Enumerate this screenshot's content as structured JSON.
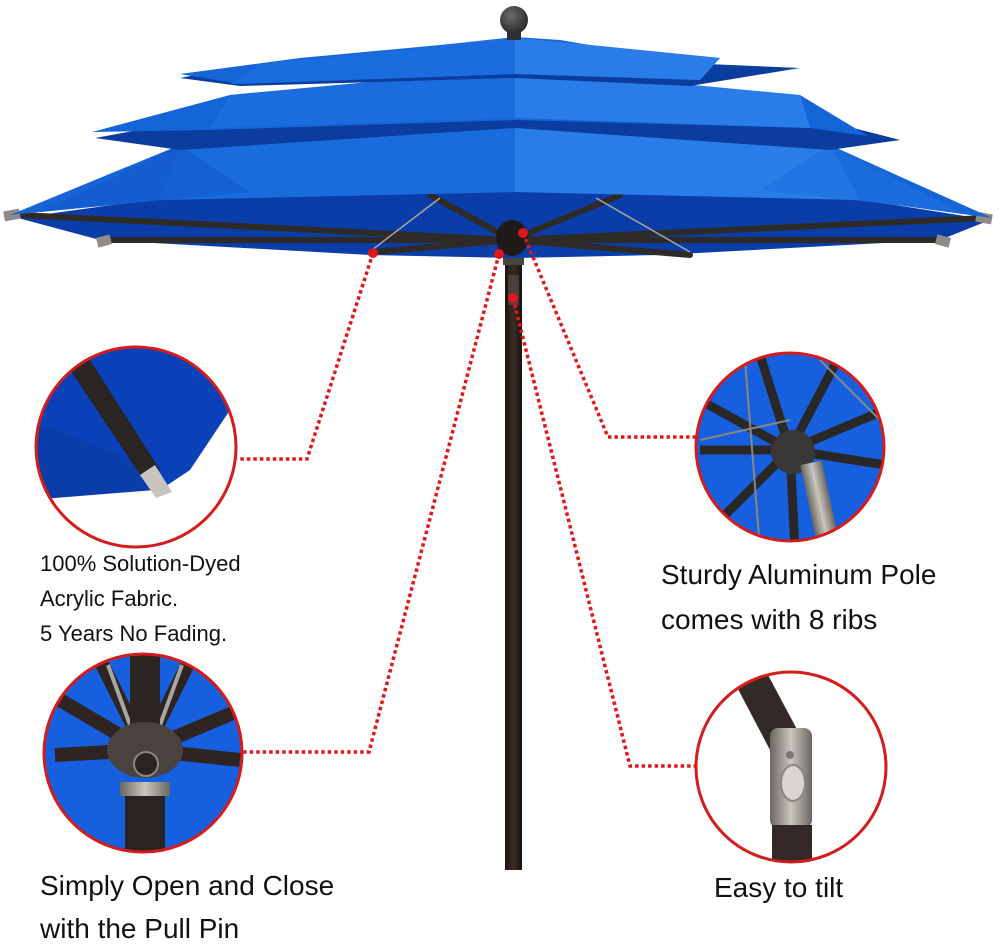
{
  "product": {
    "name": "Patio Umbrella",
    "tiers": 3,
    "canopy_color": "#1560d4"
  },
  "colors": {
    "canopy_top": "#1565d8",
    "canopy_light": "#2a7de8",
    "canopy_under": "#0a3da8",
    "rib": "#2e2a26",
    "pole": "#2a1f1b",
    "callout_red": "#e0161b",
    "circle_border": "#d41c1c",
    "text": "#111111"
  },
  "features": [
    {
      "id": "fabric",
      "lines": [
        "100% Solution-Dyed",
        "Acrylic Fabric.",
        "5 Years No Fading."
      ],
      "detail_icon": "fabric-edge-closeup"
    },
    {
      "id": "pole",
      "lines": [
        "Sturdy Aluminum Pole",
        "comes with 8 ribs"
      ],
      "detail_icon": "rib-hub-closeup"
    },
    {
      "id": "pull-pin",
      "lines": [
        "Simply Open and Close",
        "with the Pull Pin"
      ],
      "detail_icon": "pull-pin-closeup"
    },
    {
      "id": "tilt",
      "lines": [
        "Easy to tilt"
      ],
      "detail_icon": "tilt-joint-closeup"
    }
  ]
}
